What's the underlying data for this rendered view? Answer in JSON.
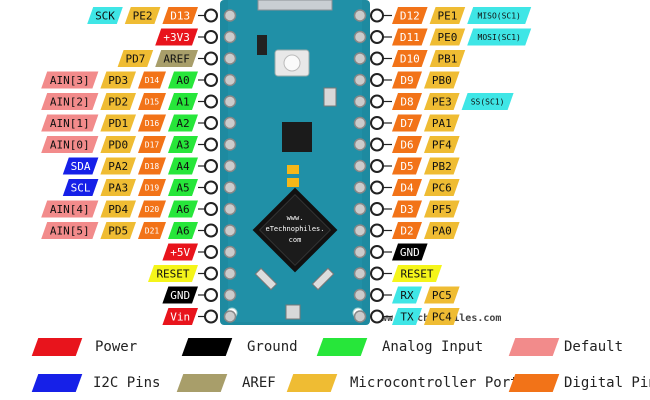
{
  "colors": {
    "power": "#e8141c",
    "ground": "#000000",
    "analog": "#27e63a",
    "default": "#f28b8b",
    "i2c": "#1620e8",
    "aref": "#a89e6a",
    "port": "#efbc33",
    "digital": "#f27318",
    "uart": "#3fe6e6",
    "reset": "#f5f51a",
    "board": "#1e8aa0"
  },
  "board": {
    "watermark": "www.eTechnophiles.com",
    "chip_text": [
      "www.",
      "eTechnophiles.",
      "com"
    ]
  },
  "left_rows": [
    [
      {
        "t": "SCK",
        "c": "uart"
      },
      {
        "t": "PE2",
        "c": "port"
      },
      {
        "t": "D13",
        "c": "digital"
      }
    ],
    [
      {
        "t": "+3V3",
        "c": "power"
      }
    ],
    [
      {
        "t": "PD7",
        "c": "port"
      },
      {
        "t": "AREF",
        "c": "aref"
      }
    ],
    [
      {
        "t": "AIN[3]",
        "c": "default"
      },
      {
        "t": "PD3",
        "c": "port"
      },
      {
        "t": "D14",
        "c": "digital",
        "s": 1
      },
      {
        "t": "A0",
        "c": "analog"
      }
    ],
    [
      {
        "t": "AIN[2]",
        "c": "default"
      },
      {
        "t": "PD2",
        "c": "port"
      },
      {
        "t": "D15",
        "c": "digital",
        "s": 1
      },
      {
        "t": "A1",
        "c": "analog"
      }
    ],
    [
      {
        "t": "AIN[1]",
        "c": "default"
      },
      {
        "t": "PD1",
        "c": "port"
      },
      {
        "t": "D16",
        "c": "digital",
        "s": 1
      },
      {
        "t": "A2",
        "c": "analog"
      }
    ],
    [
      {
        "t": "AIN[0]",
        "c": "default"
      },
      {
        "t": "PD0",
        "c": "port"
      },
      {
        "t": "D17",
        "c": "digital",
        "s": 1
      },
      {
        "t": "A3",
        "c": "analog"
      }
    ],
    [
      {
        "t": "SDA",
        "c": "i2c"
      },
      {
        "t": "PA2",
        "c": "port"
      },
      {
        "t": "D18",
        "c": "digital",
        "s": 1
      },
      {
        "t": "A4",
        "c": "analog"
      }
    ],
    [
      {
        "t": "SCL",
        "c": "i2c"
      },
      {
        "t": "PA3",
        "c": "port"
      },
      {
        "t": "D19",
        "c": "digital",
        "s": 1
      },
      {
        "t": "A5",
        "c": "analog"
      }
    ],
    [
      {
        "t": "AIN[4]",
        "c": "default"
      },
      {
        "t": "PD4",
        "c": "port"
      },
      {
        "t": "D20",
        "c": "digital",
        "s": 1
      },
      {
        "t": "A6",
        "c": "analog"
      }
    ],
    [
      {
        "t": "AIN[5]",
        "c": "default"
      },
      {
        "t": "PD5",
        "c": "port"
      },
      {
        "t": "D21",
        "c": "digital",
        "s": 1
      },
      {
        "t": "A6",
        "c": "analog"
      }
    ],
    [
      {
        "t": "+5V",
        "c": "power"
      }
    ],
    [
      {
        "t": "RESET",
        "c": "reset"
      }
    ],
    [
      {
        "t": "GND",
        "c": "ground"
      }
    ],
    [
      {
        "t": "Vin",
        "c": "power"
      }
    ]
  ],
  "right_rows": [
    [
      {
        "t": "D12",
        "c": "digital"
      },
      {
        "t": "PE1",
        "c": "port"
      },
      {
        "t": "MISO(SC1)",
        "c": "uart",
        "s": 1
      }
    ],
    [
      {
        "t": "D11",
        "c": "digital"
      },
      {
        "t": "PE0",
        "c": "port"
      },
      {
        "t": "MOSI(SC1)",
        "c": "uart",
        "s": 1
      }
    ],
    [
      {
        "t": "D10",
        "c": "digital"
      },
      {
        "t": "PB1",
        "c": "port"
      }
    ],
    [
      {
        "t": "D9",
        "c": "digital"
      },
      {
        "t": "PB0",
        "c": "port"
      }
    ],
    [
      {
        "t": "D8",
        "c": "digital"
      },
      {
        "t": "PE3",
        "c": "port"
      },
      {
        "t": "SS(SC1)",
        "c": "uart",
        "s": 1
      }
    ],
    [
      {
        "t": "D7",
        "c": "digital"
      },
      {
        "t": "PA1",
        "c": "port"
      }
    ],
    [
      {
        "t": "D6",
        "c": "digital"
      },
      {
        "t": "PF4",
        "c": "port"
      }
    ],
    [
      {
        "t": "D5",
        "c": "digital"
      },
      {
        "t": "PB2",
        "c": "port"
      }
    ],
    [
      {
        "t": "D4",
        "c": "digital"
      },
      {
        "t": "PC6",
        "c": "port"
      }
    ],
    [
      {
        "t": "D3",
        "c": "digital"
      },
      {
        "t": "PF5",
        "c": "port"
      }
    ],
    [
      {
        "t": "D2",
        "c": "digital"
      },
      {
        "t": "PA0",
        "c": "port"
      }
    ],
    [
      {
        "t": "GND",
        "c": "ground"
      }
    ],
    [
      {
        "t": "RESET",
        "c": "reset"
      }
    ],
    [
      {
        "t": "RX",
        "c": "uart"
      },
      {
        "t": "PC5",
        "c": "port"
      }
    ],
    [
      {
        "t": "TX",
        "c": "uart"
      },
      {
        "t": "PC4",
        "c": "port"
      }
    ]
  ],
  "legend": [
    {
      "label": "Power",
      "c": "power"
    },
    {
      "label": "Ground",
      "c": "ground"
    },
    {
      "label": "Analog Input",
      "c": "analog"
    },
    {
      "label": "Default",
      "c": "default"
    },
    {
      "label": "I2C Pins",
      "c": "i2c"
    },
    {
      "label": "AREF",
      "c": "aref"
    },
    {
      "label": "Microcontroller Port",
      "c": "port"
    },
    {
      "label": "Digital Pins",
      "c": "digital"
    }
  ]
}
